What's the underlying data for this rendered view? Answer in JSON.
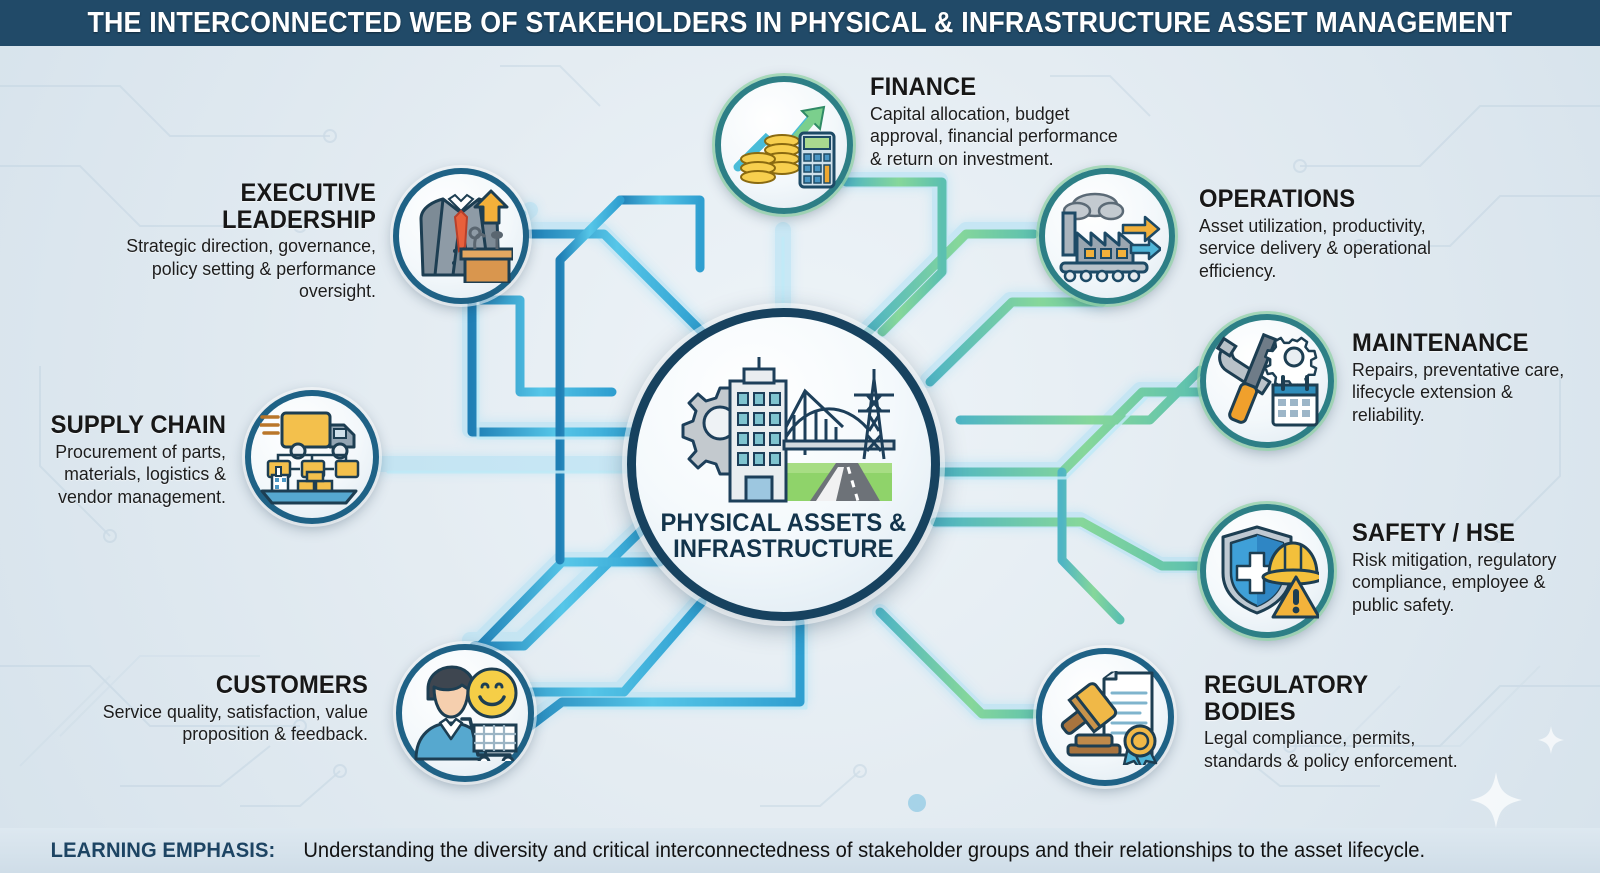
{
  "header": {
    "title": "THE INTERCONNECTED WEB OF STAKEHOLDERS IN PHYSICAL & INFRASTRUCTURE ASSET MANAGEMENT"
  },
  "hub": {
    "title_line1": "PHYSICAL ASSETS &",
    "title_line2": "INFRASTRUCTURE",
    "icon": "city-bridge-powerline-gear-icon"
  },
  "stakeholders": [
    {
      "id": "finance",
      "title": "FINANCE",
      "description": "Capital allocation, budget approval, financial performance & return on investment.",
      "icon": "growth-arrow-coins-calculator-icon",
      "ring_color": "#2f7d86"
    },
    {
      "id": "executive-leadership",
      "title": "EXECUTIVE LEADERSHIP",
      "description": "Strategic direction, governance, policy setting & performance oversight.",
      "icon": "business-suit-podium-icon",
      "ring_color": "#1f6286"
    },
    {
      "id": "operations",
      "title": "OPERATIONS",
      "description": "Asset utilization, productivity, service delivery & operational efficiency.",
      "icon": "factory-conveyor-icon",
      "ring_color": "#2f7d86"
    },
    {
      "id": "maintenance",
      "title": "MAINTENANCE",
      "description": "Repairs, preventative care, lifecycle extension & reliability.",
      "icon": "wrench-screwdriver-gear-calendar-icon",
      "ring_color": "#2f7d86"
    },
    {
      "id": "safety-hse",
      "title": "SAFETY / HSE",
      "description": "Risk mitigation, regulatory compliance, employee & public safety.",
      "icon": "shield-hardhat-warning-icon",
      "ring_color": "#2f7d86"
    },
    {
      "id": "regulatory-bodies",
      "title": "REGULATORY BODIES",
      "description": "Legal compliance, permits, standards & policy enforcement.",
      "icon": "gavel-document-seal-icon",
      "ring_color": "#1f6286"
    },
    {
      "id": "customers",
      "title": "CUSTOMERS",
      "description": "Service quality, satisfaction, value proposition & feedback.",
      "icon": "person-smiley-cart-icon",
      "ring_color": "#1f6286"
    },
    {
      "id": "supply-chain",
      "title": "SUPPLY CHAIN",
      "description": "Procurement of parts, materials, logistics & vendor management.",
      "icon": "truck-network-ship-icon",
      "ring_color": "#1f6286"
    }
  ],
  "footer": {
    "label": "LEARNING EMPHASIS:",
    "text": " Understanding the diversity and critical interconnectedness of stakeholder groups and their relationships to the asset lifecycle."
  },
  "colors": {
    "header_bg": "#214a68",
    "accent_blue": "#1f6286",
    "accent_teal": "#2f7d86",
    "link_cyan": "#38b6e0",
    "link_green": "#7bd18f",
    "text_dark": "#171717"
  }
}
